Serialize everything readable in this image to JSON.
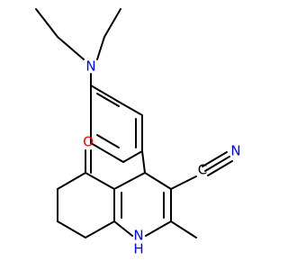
{
  "colors": {
    "background": "#ffffff",
    "bond": "#000000",
    "nitrogen": "#0000ff",
    "oxygen": "#ff0000",
    "carbon_label": "#000000"
  },
  "labels": {
    "amine_n": "N",
    "nitrile_c": "C",
    "nitrile_n": "N",
    "ketone_o": "O",
    "ring_nh": "H",
    "ring_n": "N"
  }
}
